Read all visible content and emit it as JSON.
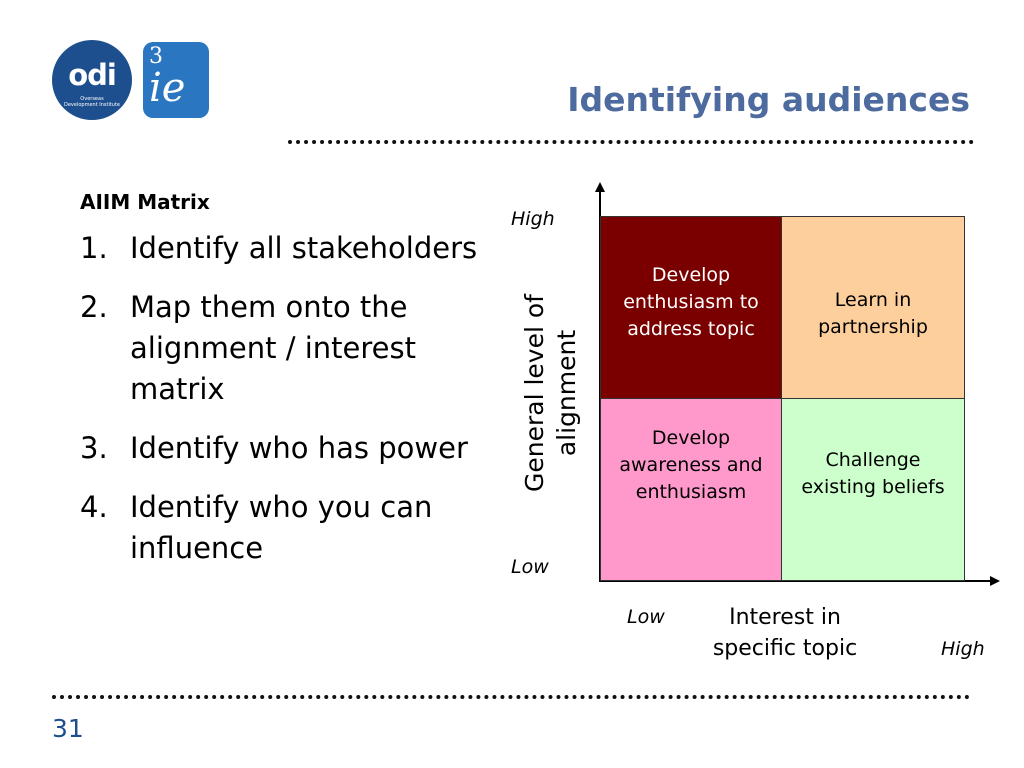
{
  "logos": {
    "odi_mark": "odi",
    "odi_sub": "Overseas Development Institute",
    "ie_three": "3",
    "ie_letters": "ie"
  },
  "title": "Identifying audiences",
  "left": {
    "subtitle": "AIIM Matrix",
    "steps": [
      {
        "num": "1.",
        "text": "Identify all stakeholders"
      },
      {
        "num": "2.",
        "text": "Map them onto the alignment / interest matrix"
      },
      {
        "num": "3.",
        "text": "Identify who has power"
      },
      {
        "num": "4.",
        "text": "Identify who you can influence"
      }
    ]
  },
  "matrix": {
    "y_axis": {
      "title": "General level of alignment",
      "high": "High",
      "low": "Low"
    },
    "x_axis": {
      "title": "Interest in specific topic",
      "low": "Low",
      "high": "High"
    },
    "quadrants": {
      "top_left": "Develop enthusiasm to address topic",
      "top_right": "Learn in partnership",
      "bottom_left": "Develop awareness and enthusiasm",
      "bottom_right": "Challenge existing beliefs"
    },
    "colors": {
      "top_left": "#7a0000",
      "top_right": "#fccf9c",
      "bottom_left": "#ff99cc",
      "bottom_right": "#ccffcc"
    }
  },
  "footer": {
    "slide_number": "31"
  },
  "colors": {
    "title": "#4d6b9e",
    "brand_blue": "#1d4f8e"
  }
}
